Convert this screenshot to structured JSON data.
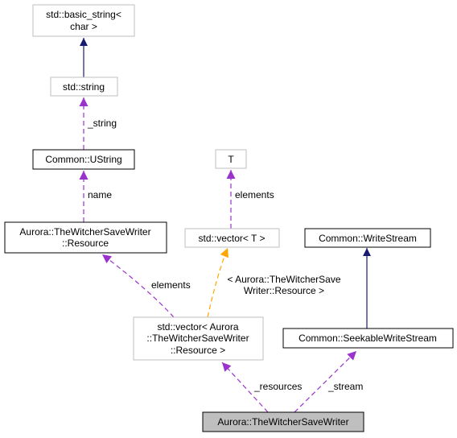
{
  "colors": {
    "inheritance": "#191970",
    "usage": "#9a32cd",
    "template": "#ffa500",
    "node_border_black": "#000000",
    "node_border_gray": "#bfbfbf",
    "highlight_fill": "#bfbfbf"
  },
  "nodes": [
    {
      "id": "basic_string",
      "lines": [
        "std::basic_string<",
        "char >"
      ],
      "style": "gray"
    },
    {
      "id": "string",
      "lines": [
        "std::string"
      ],
      "style": "gray"
    },
    {
      "id": "ustring",
      "lines": [
        "Common::UString"
      ],
      "style": "black"
    },
    {
      "id": "t",
      "lines": [
        "T"
      ],
      "style": "gray"
    },
    {
      "id": "vector_t",
      "lines": [
        "std::vector< T >"
      ],
      "style": "gray"
    },
    {
      "id": "resource",
      "lines": [
        "Aurora::TheWitcherSaveWriter",
        "::Resource"
      ],
      "style": "black"
    },
    {
      "id": "writestream",
      "lines": [
        "Common::WriteStream"
      ],
      "style": "black"
    },
    {
      "id": "vector_resource",
      "lines": [
        "std::vector< Aurora",
        "::TheWitcherSaveWriter",
        "::Resource >"
      ],
      "style": "gray"
    },
    {
      "id": "seekable",
      "lines": [
        "Common::SeekableWriteStream"
      ],
      "style": "black"
    },
    {
      "id": "main",
      "lines": [
        "Aurora::TheWitcherSaveWriter"
      ],
      "style": "highlight"
    }
  ],
  "edges": [
    {
      "id": "string-to-basic",
      "kind": "inheritance",
      "labels": []
    },
    {
      "id": "string-to-ustring",
      "kind": "usage",
      "labels": [
        "_string"
      ]
    },
    {
      "id": "ustring-to-resource",
      "kind": "usage",
      "labels": [
        "name"
      ]
    },
    {
      "id": "t-to-vector",
      "kind": "usage",
      "labels": [
        "elements"
      ]
    },
    {
      "id": "resource-to-vector",
      "kind": "usage",
      "labels": [
        "elements"
      ]
    },
    {
      "id": "vector-template",
      "kind": "template",
      "labels": [
        "< Aurora::TheWitcherSave",
        "Writer::Resource >"
      ]
    },
    {
      "id": "writestream-to-seekable",
      "kind": "inheritance",
      "labels": []
    },
    {
      "id": "vector-to-main",
      "kind": "usage",
      "labels": [
        "_resources"
      ]
    },
    {
      "id": "seekable-to-main",
      "kind": "usage",
      "labels": [
        "_stream"
      ]
    }
  ]
}
